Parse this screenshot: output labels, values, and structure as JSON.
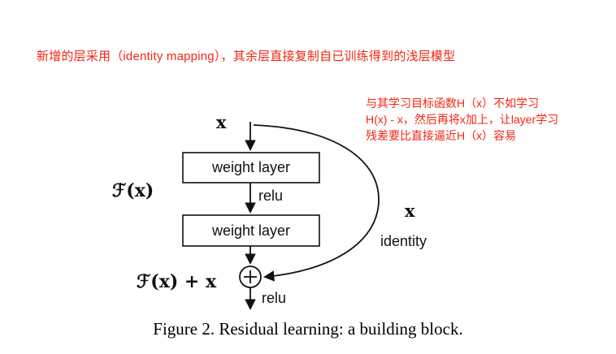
{
  "annotations": {
    "color": "#f42613",
    "top_note": "新增的层采用（identity mapping），其余层直接复制自已训练得到的浅层模型",
    "right_lines": [
      "与其学习目标函数H（x）不如学习",
      "H(x) - x，然后再将x加上，让layer学习",
      "残差要比直接逼近H（x）容易"
    ]
  },
  "diagram": {
    "input_label": "x",
    "weight_layer_1": "weight layer",
    "relu_1": "relu",
    "weight_layer_2": "weight layer",
    "residual_label": "ℱ(x)",
    "sum_label": "ℱ(x) + x",
    "plus_symbol": "+",
    "identity_x_label": "x",
    "identity_label": "identity",
    "relu_2": "relu"
  },
  "caption": "Figure 2. Residual learning: a building block."
}
